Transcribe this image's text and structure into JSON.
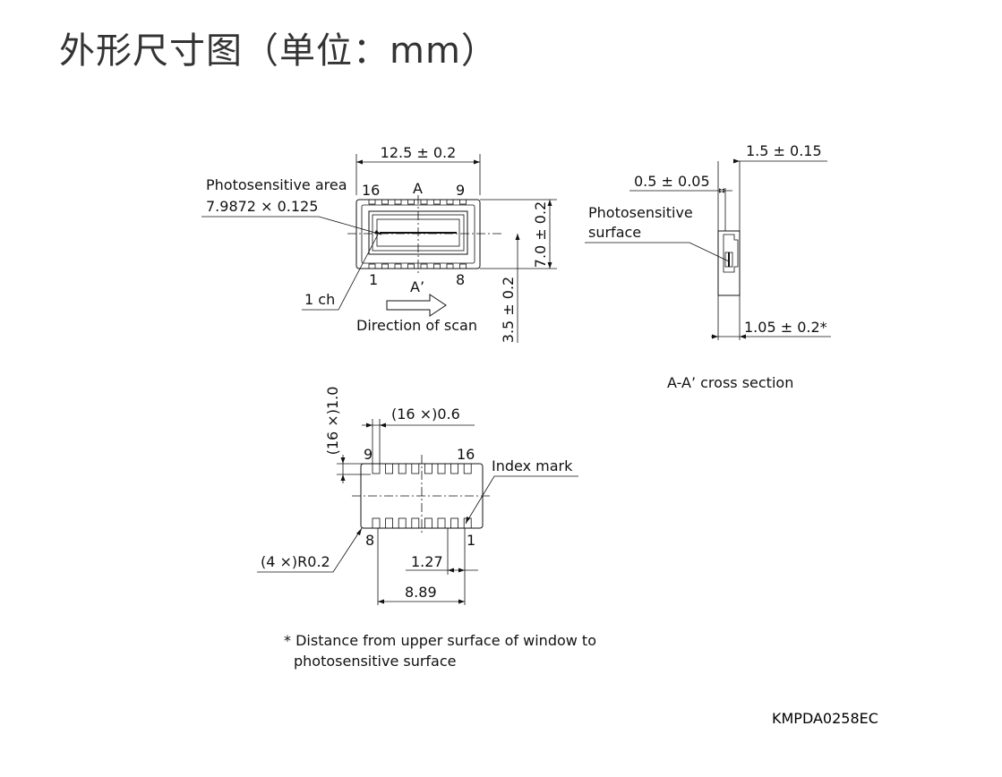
{
  "title": "外形尺寸图（单位：mm）",
  "doc_code": "KMPDA0258EC",
  "top_view": {
    "width_dim": "12.5 ± 0.2",
    "height_dim": "7.0 ± 0.2",
    "offset_dim": "3.5 ± 0.2",
    "photosensitive_area_label": "Photosensitive area",
    "photosensitive_area_size": "7.9872 × 0.125",
    "pin_16": "16",
    "pin_9": "9",
    "pin_1": "1",
    "pin_8": "8",
    "section_a": "A",
    "section_a_prime": "A’",
    "ch_label": "1 ch",
    "scan_label": "Direction of scan"
  },
  "cross_section": {
    "dim_top": "1.5 ± 0.15",
    "dim_mid": "0.5 ± 0.05",
    "surface_label_1": "Photosensitive",
    "surface_label_2": "surface",
    "dim_bottom": "1.05 ± 0.2*",
    "caption": "A-A’ cross section"
  },
  "bottom_view": {
    "pin_pitch_count_h": "(16 ×)1.0",
    "pin_width": "(16 ×)0.6",
    "pin_9": "9",
    "pin_16": "16",
    "pin_8": "8",
    "pin_1": "1",
    "index_mark": "Index mark",
    "radius": "(4 ×)R0.2",
    "pitch": "1.27",
    "span": "8.89"
  },
  "footnote_line1": "* Distance from upper surface of window to",
  "footnote_line2": "photosensitive surface"
}
